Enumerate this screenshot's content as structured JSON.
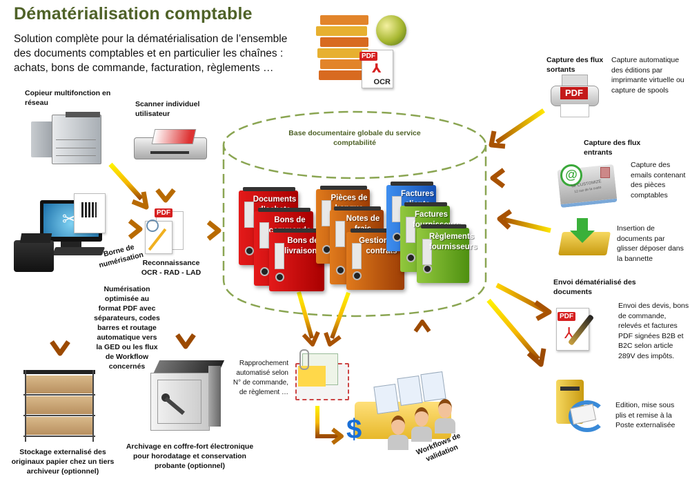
{
  "header": {
    "title": "Dématérialisation comptable",
    "intro": "Solution complète pour la dématérialisation de l’ensemble des documents comptables et en particulier les chaînes : achats, bons de commande, facturation, règlements …"
  },
  "inputs": {
    "copier": "Copieur multifonction en réseau",
    "scanner": "Scanner individuel utilisateur",
    "kiosk": "Borne de numérisation",
    "recognition": "Reconnaissance OCR - RAD - LAD",
    "scan_note": "Numérisation optimisée au format PDF avec séparateurs, codes barres et routage automatique vers la GED ou les flux de Workflow concernés"
  },
  "archive": {
    "storage": "Stockage externalisé des originaux papier chez un tiers archiveur (optionnel)",
    "vault": "Archivage en coffre-fort électronique pour horodatage et conservation probante (optionnel)"
  },
  "database": {
    "title": "Base documentaire globale du service comptabilité",
    "binders": [
      {
        "label": "Documents d’achats",
        "color": "red"
      },
      {
        "label": "Bons de commande",
        "color": "red"
      },
      {
        "label": "Bons de livraisons",
        "color": "red"
      },
      {
        "label": "Pièces de banque",
        "color": "orange"
      },
      {
        "label": "Notes de frais",
        "color": "orange"
      },
      {
        "label": "Gestion des contrats",
        "color": "orange"
      },
      {
        "label": "Factures clients",
        "color": "blue"
      },
      {
        "label": "Factures fournisseurs",
        "color": "green"
      },
      {
        "label": "Règlements fournisseurs",
        "color": "green"
      }
    ]
  },
  "matching": {
    "text": "Rapprochement automatisé selon N° de commande, de règlement …"
  },
  "workflow": {
    "label": "Workflows de validation"
  },
  "capture": {
    "outgoing_title": "Capture des flux sortants",
    "outgoing_desc": "Capture automatique des éditions par imprimante virtuelle ou capture de spools",
    "incoming_title": "Capture des flux entrants",
    "email_desc": "Capture des emails contenant des pièces comptables",
    "email_card_name": "Mr CUSTOMIZE",
    "email_card_addr": "12 rue de la custo",
    "dragdrop_desc": "Insertion de documents par glisser déposer dans la bannette"
  },
  "sending": {
    "title": "Envoi dématérialisé des documents",
    "signed_desc": "Envoi des devis, bons de commande, relevés et factures PDF signées B2B et B2C selon article 289V des impôts.",
    "postal_desc": "Edition, mise sous plis et remise à la Poste externalisée"
  },
  "icons": {
    "pdf": "PDF",
    "ocr": "OCR",
    "dollar": "$",
    "at": "@"
  },
  "colors": {
    "title_green": "#4f6228",
    "db_outline": "#8aa552",
    "arrow_yellow": "#ffe600",
    "arrow_brown": "#9c4a00"
  }
}
